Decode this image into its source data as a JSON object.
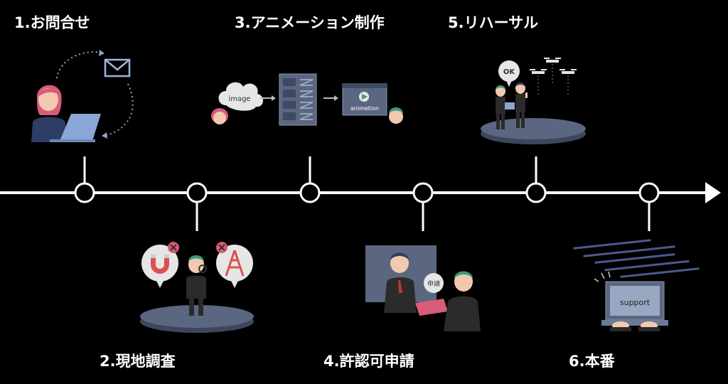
{
  "steps": [
    {
      "label": "1.お問合せ"
    },
    {
      "label": "2.現地調査"
    },
    {
      "label": "3.アニメーション制作"
    },
    {
      "label": "4.許認可申請"
    },
    {
      "label": "5.リハーサル"
    },
    {
      "label": "6.本番"
    }
  ],
  "illustrations": {
    "image_cloud": "image",
    "animation_screen": "animetion",
    "ok_bubble": "OK",
    "application_bubble": "申請",
    "support_screen": "support"
  },
  "colors": {
    "background": "#000000",
    "timeline": "#ffffff",
    "accent_pink": "#d95c7a",
    "accent_green": "#3a9a7a",
    "stage_slate": "#5b6780"
  }
}
